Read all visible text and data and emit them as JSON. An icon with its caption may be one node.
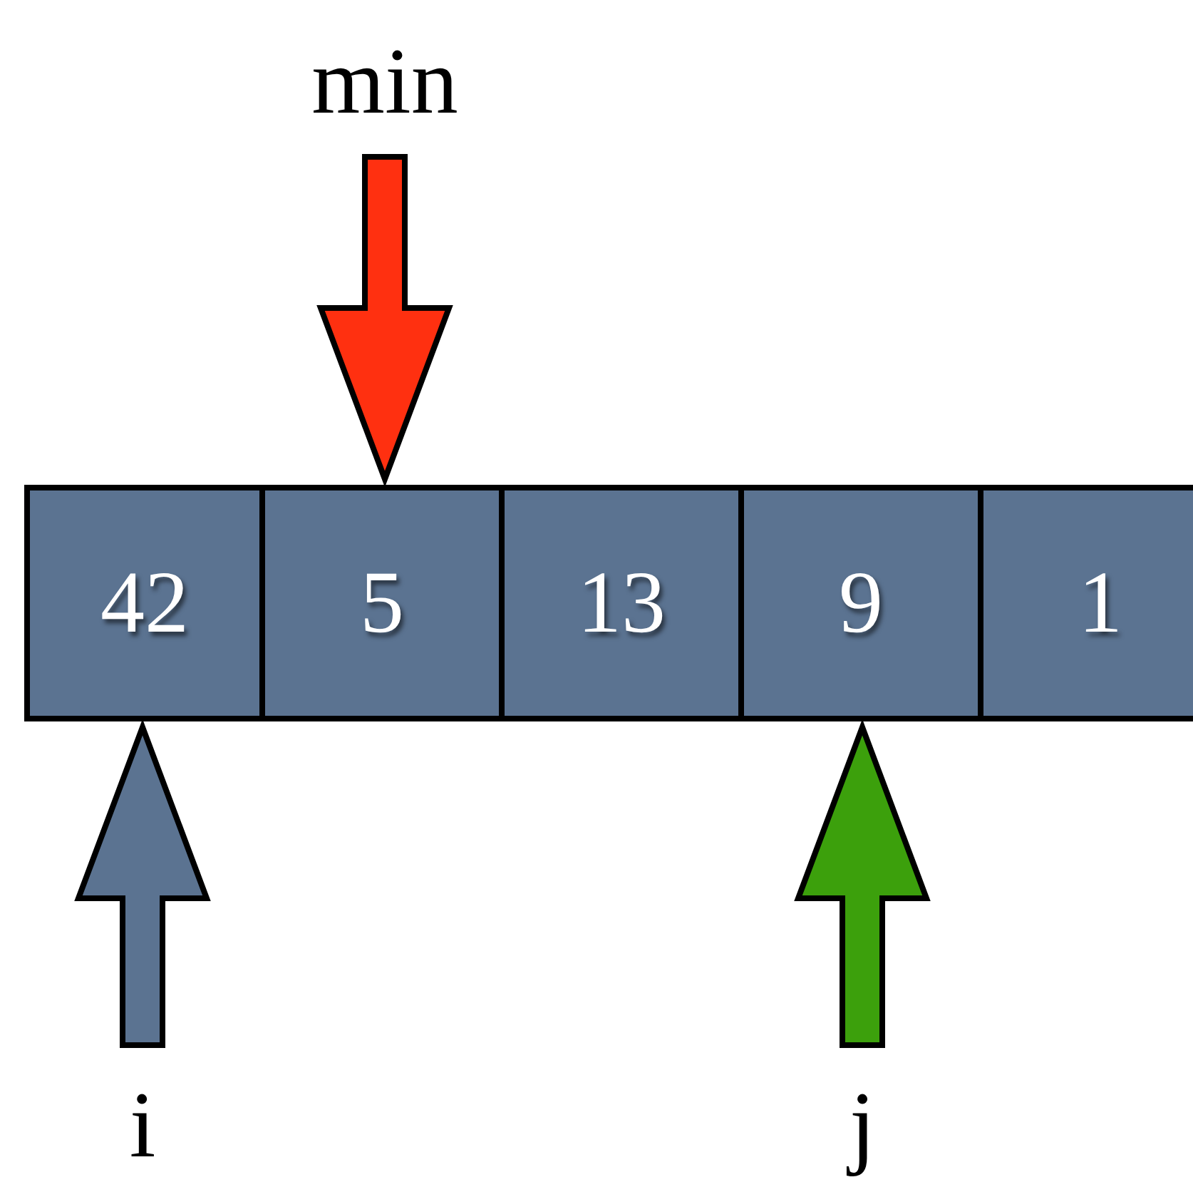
{
  "diagram": {
    "nodes": [
      {
        "text": [
          "42"
        ]
      },
      {
        "text": [
          "5"
        ]
      },
      {
        "text": [
          "13"
        ]
      },
      {
        "text": [
          "9"
        ]
      },
      {
        "text": [
          "1"
        ]
      },
      {
        "text": [
          "min"
        ]
      },
      {
        "text": [
          "i"
        ]
      },
      {
        "text": [
          "j"
        ]
      }
    ],
    "edges": [
      {
        "from": 5,
        "to": 1,
        "arrow": "to",
        "style": "thick",
        "color": "#ff3010"
      },
      {
        "from": 6,
        "to": 0,
        "arrow": "to",
        "style": "thick",
        "color": "#5b7391"
      },
      {
        "from": 7,
        "to": 3,
        "arrow": "to",
        "style": "thick",
        "color": "#3ca00c"
      }
    ]
  }
}
